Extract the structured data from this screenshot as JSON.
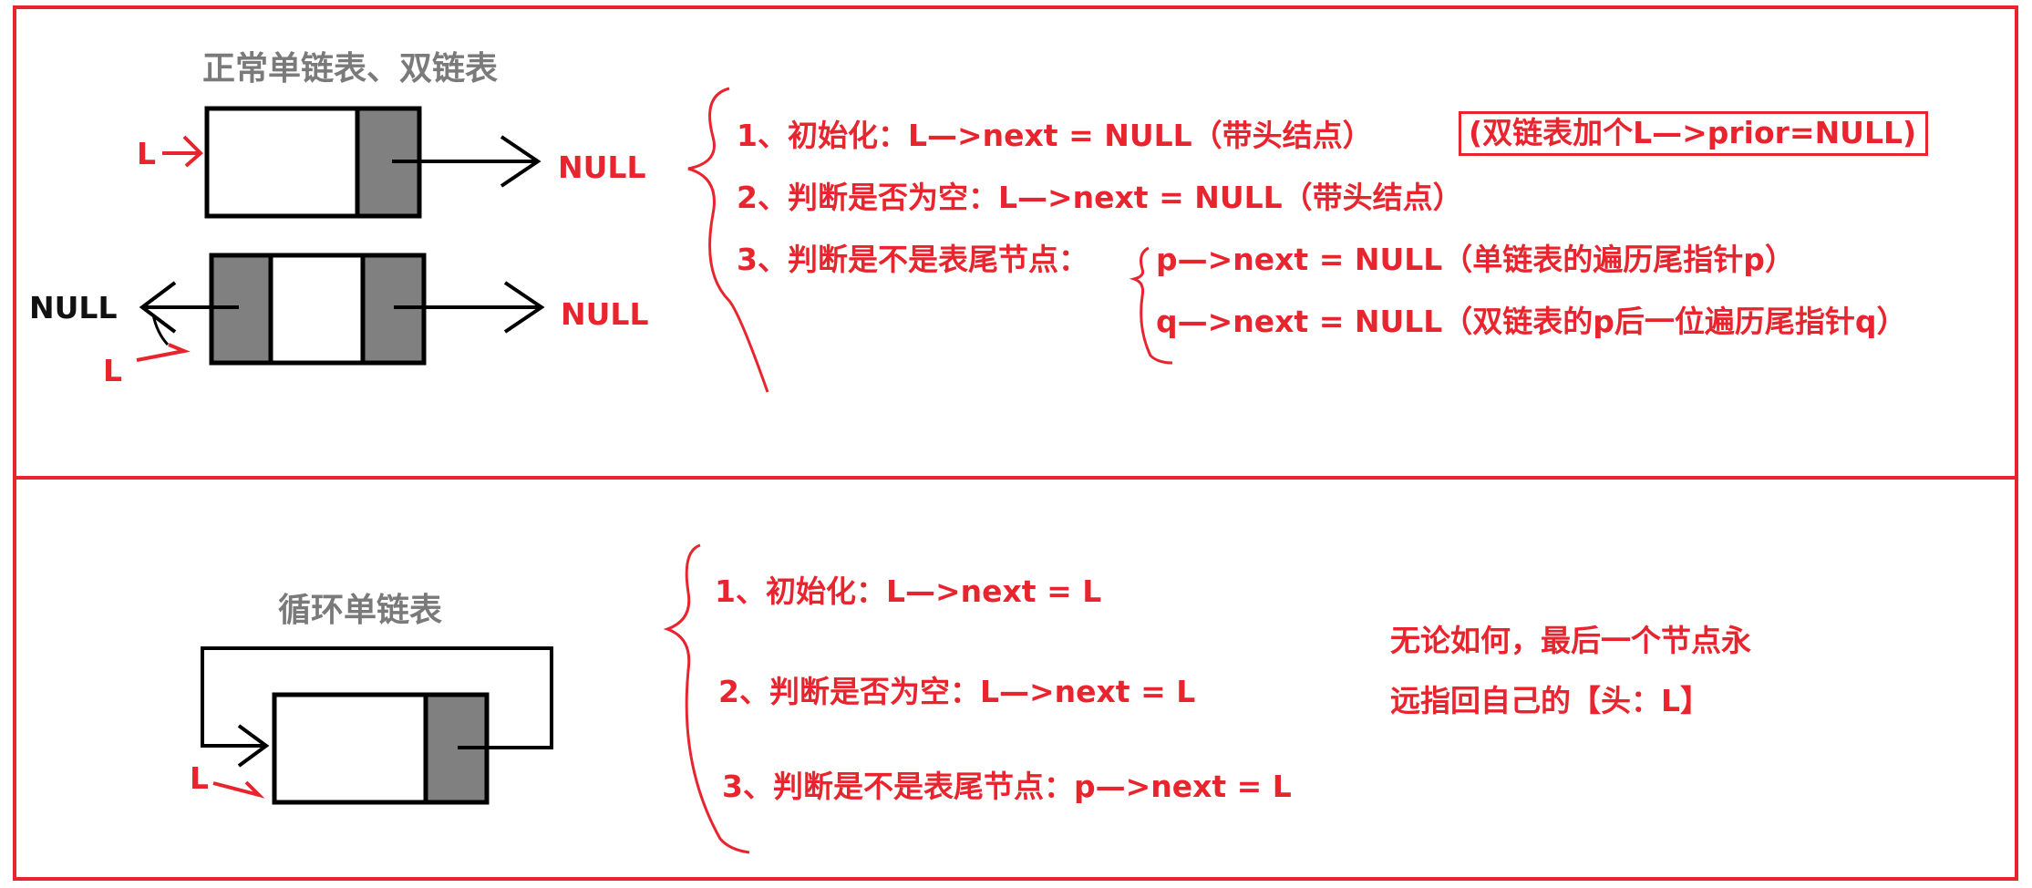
{
  "top_section": {
    "title": "正常单链表、双链表",
    "single_list": {
      "pointer_label": "L",
      "terminal_label": "NULL"
    },
    "double_list": {
      "left_terminal_label": "NULL",
      "right_terminal_label": "NULL",
      "pointer_label": "L"
    },
    "rules": [
      "1、初始化：L—>next = NULL（带头结点）",
      "2、判断是否为空：L—>next = NULL（带头结点）",
      "3、判断是不是表尾节点："
    ],
    "double_list_note": "(双链表加个L—>prior=NULL)",
    "tail_checks": [
      "p—>next = NULL（单链表的遍历尾指针p）",
      "q—>next = NULL（双链表的p后一位遍历尾指针q）"
    ]
  },
  "bottom_section": {
    "title": "循环单链表",
    "pointer_label": "L",
    "rules": [
      "1、初始化：L—>next =   L",
      "2、判断是否为空：L—>next =   L",
      "3、判断是不是表尾节点：p—>next =   L"
    ],
    "note_lines": [
      "无论如何，最后一个节点永",
      "远指回自己的【头：L】"
    ]
  },
  "colors": {
    "accent_red": "#e8252e",
    "node_fill_gray": "#808080",
    "title_gray": "#7a7a7a"
  }
}
